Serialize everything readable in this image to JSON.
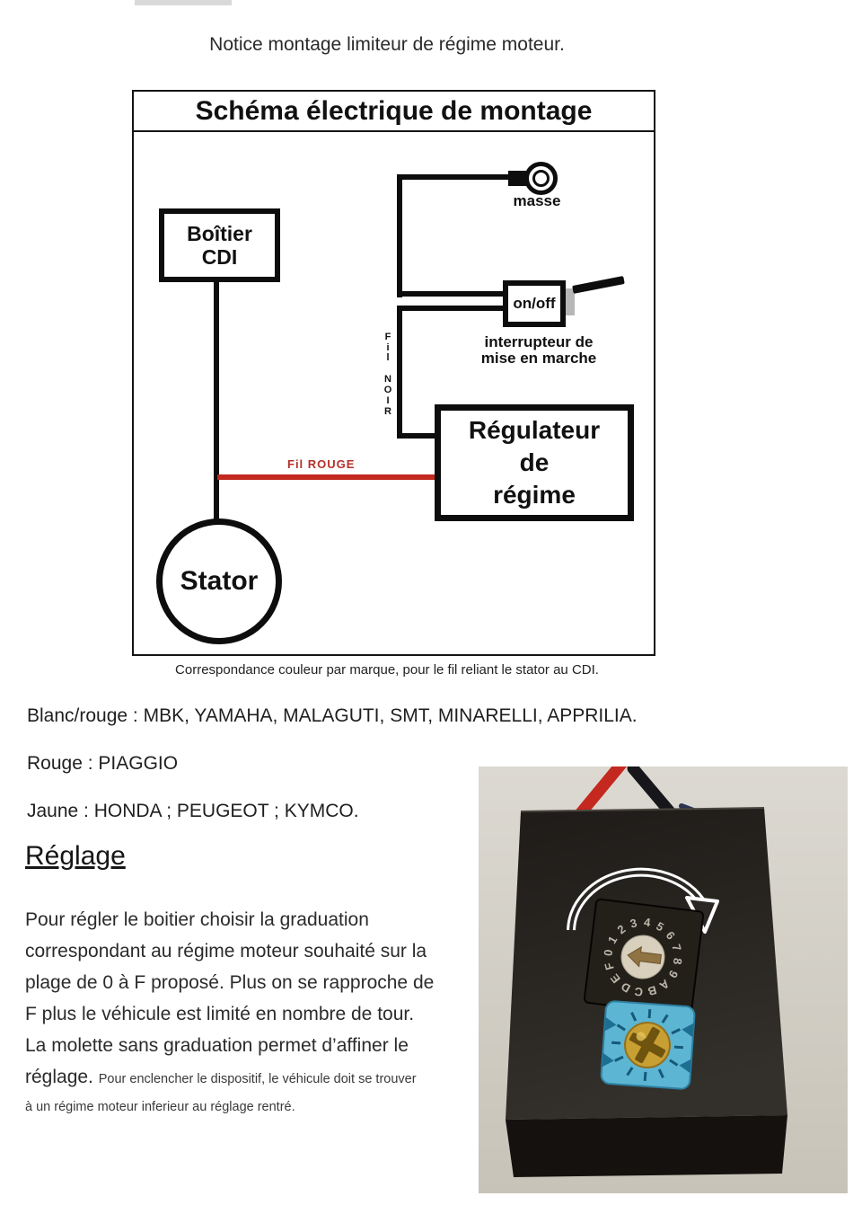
{
  "page": {
    "title": "Notice montage limiteur de régime moteur."
  },
  "diagram": {
    "header": "Schéma électrique de montage",
    "cdi_line1": "Boîtier",
    "cdi_line2": "CDI",
    "stator": "Stator",
    "regulator_line1": "Régulateur",
    "regulator_line2": "de",
    "regulator_line3": "régime",
    "switch_label": "on/off",
    "ground_label": "masse",
    "switch_caption1": "interrupteur de",
    "switch_caption2": "mise en marche",
    "fil": [
      "F",
      "i",
      "l"
    ],
    "noir": [
      "N",
      "O",
      "I",
      "R"
    ],
    "red_wire_label": "Fil ROUGE",
    "caption": "Correspondance  couleur par marque, pour le fil reliant le stator au CDI.",
    "colors": {
      "red_wire": "#c2291f",
      "black_wire": "#0d0d0d"
    }
  },
  "correspondence": {
    "lines": [
      "Blanc/rouge : MBK, YAMAHA, MALAGUTI, SMT, MINARELLI, APPRILIA.",
      "Rouge : PIAGGIO",
      "Jaune : HONDA ; PEUGEOT ; KYMCO."
    ]
  },
  "reglage": {
    "heading": "Réglage",
    "lines": [
      "Pour régler le boitier choisir la graduation",
      "correspondant au régime moteur souhaité sur la",
      "plage de 0 à F proposé. Plus on se rapproche de",
      "F plus le véhicule est limité en nombre de tour.",
      "La molette sans graduation permet d’affiner le"
    ],
    "line6_large": "réglage.",
    "line6_small": "Pour enclencher le dispositif, le véhicule doit se trouver",
    "line7_small": "à un régime moteur inferieur au réglage rentré."
  },
  "photo": {
    "dial_characters": "0123456789ABCDEF",
    "colors": {
      "wall": "#d5d1c8",
      "box": "#24211d",
      "wire_red": "#c4281e",
      "wire_black": "#17171b",
      "trimmer_blue": "#5db5d4",
      "screw_gold": "#c79f33",
      "dial_face": "#d8cfbd",
      "dial_arrow": "#8f7342",
      "rotation_arrow": "#ffffff"
    }
  }
}
